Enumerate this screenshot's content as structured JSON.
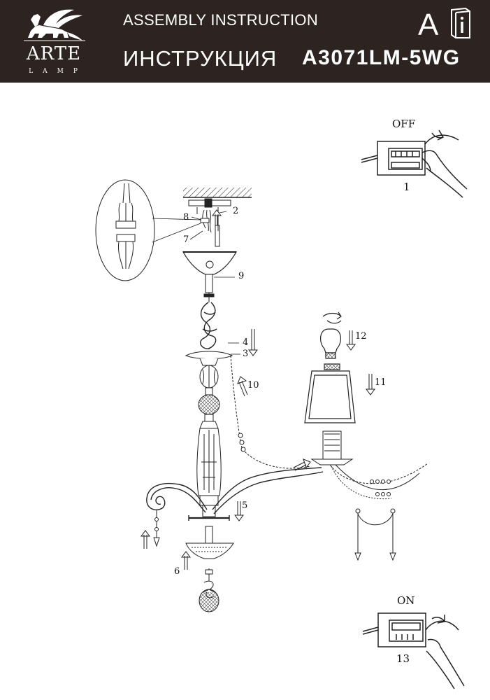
{
  "header": {
    "brand": "ARTE",
    "brand_sub": "LAMP",
    "title_en": "ASSEMBLY INSTRUCTION",
    "title_ru": "ИНСТРУКЦИЯ",
    "model": "A3071LM-5WG",
    "letter": "A"
  },
  "switch_off": {
    "label": "OFF",
    "step": "1"
  },
  "switch_on": {
    "label": "ON",
    "step": "13"
  },
  "parts": {
    "p2": "2",
    "p3": "3",
    "p4": "4",
    "p5": "5",
    "p6": "6",
    "p7": "7",
    "p8": "8",
    "p9": "9",
    "p10": "10",
    "p11": "11",
    "p12": "12"
  },
  "colors": {
    "header_bg": "#2d2320",
    "line": "#222222"
  },
  "icons": [
    "griffin-logo-icon",
    "info-book-icon",
    "switch-off-icon",
    "switch-on-icon",
    "bulb-icon"
  ]
}
